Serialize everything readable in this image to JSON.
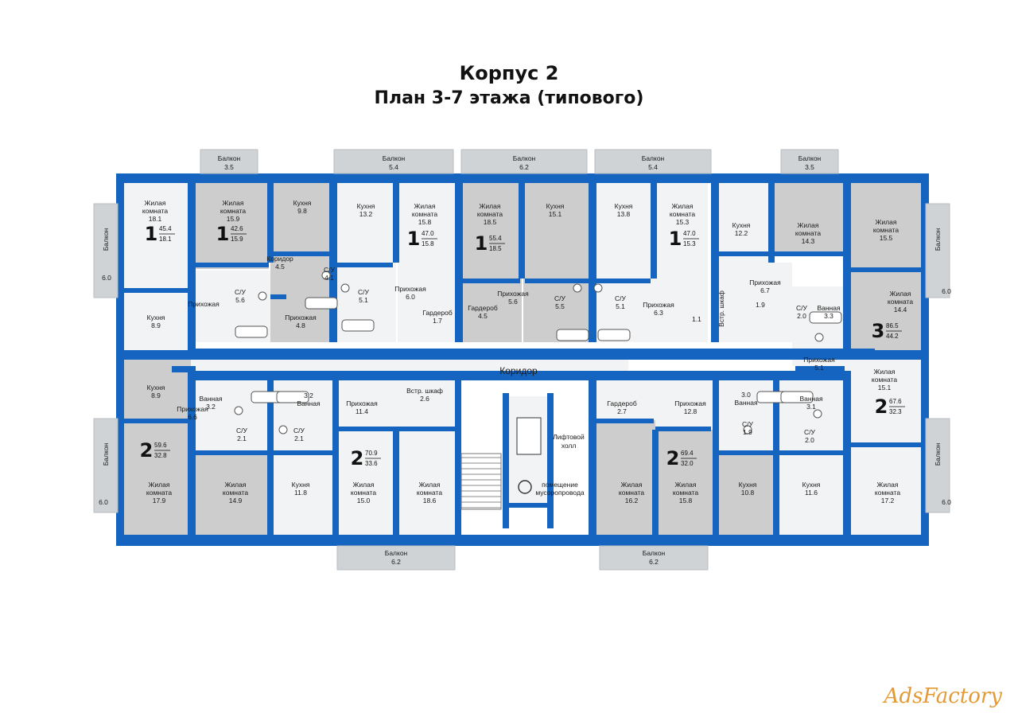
{
  "header": {
    "title": "Корпус 2",
    "subtitle": "План 3-7 этажа (типового)"
  },
  "colors": {
    "wall": "#1565c0",
    "grey": "#cdcdcd",
    "white": "#f2f3f4",
    "balcony": "#cfd3d6"
  },
  "common": {
    "corridor": "Коридор",
    "lift_hall": [
      "Лифтовой",
      "холл"
    ],
    "garbage": [
      "помещение",
      "мусоропровода"
    ]
  },
  "balconies": [
    {
      "label": "Балкон",
      "area": "3.5"
    },
    {
      "label": "Балкон",
      "area": "5.4"
    },
    {
      "label": "Балкон",
      "area": "6.2"
    },
    {
      "label": "Балкон",
      "area": "5.4"
    },
    {
      "label": "Балкон",
      "area": "3.5"
    },
    {
      "label": "Балкон",
      "area": "6.0"
    },
    {
      "label": "Балкон",
      "area": "6.0"
    },
    {
      "label": "Балкон",
      "area": "6.0"
    },
    {
      "label": "Балкон",
      "area": "6.0"
    },
    {
      "label": "Балкон",
      "area": "6.2"
    },
    {
      "label": "Балкон",
      "area": "6.2"
    }
  ],
  "apartments": [
    {
      "rooms": "1",
      "total": "45.4",
      "living": "18.1"
    },
    {
      "rooms": "1",
      "total": "42.6",
      "living": "15.9"
    },
    {
      "rooms": "1",
      "total": "47.0",
      "living": "15.8"
    },
    {
      "rooms": "1",
      "total": "55.4",
      "living": "18.5"
    },
    {
      "rooms": "1",
      "total": "47.0",
      "living": "15.3"
    },
    {
      "rooms": "3",
      "total": "86.5",
      "living": "44.2"
    },
    {
      "rooms": "2",
      "total": "59.6",
      "living": "32.8"
    },
    {
      "rooms": "2",
      "total": "70.9",
      "living": "33.6"
    },
    {
      "rooms": "2",
      "total": "69.4",
      "living": "32.0"
    },
    {
      "rooms": "2",
      "total": "67.6",
      "living": "32.3"
    }
  ],
  "rooms": [
    {
      "lines": [
        "Жилая",
        "комната",
        "18.1"
      ]
    },
    {
      "lines": [
        "Жилая",
        "комната",
        "15.9"
      ]
    },
    {
      "lines": [
        "Кухня",
        "9.8"
      ]
    },
    {
      "lines": [
        "Кухня",
        "13.2"
      ]
    },
    {
      "lines": [
        "Жилая",
        "комната",
        "15.8"
      ]
    },
    {
      "lines": [
        "Жилая",
        "комната",
        "18.5"
      ]
    },
    {
      "lines": [
        "Кухня",
        "15.1"
      ]
    },
    {
      "lines": [
        "Кухня",
        "13.8"
      ]
    },
    {
      "lines": [
        "Жилая",
        "комната",
        "15.3"
      ]
    },
    {
      "lines": [
        "Кухня",
        "12.2"
      ]
    },
    {
      "lines": [
        "Жилая",
        "комната",
        "14.3"
      ]
    },
    {
      "lines": [
        "Жилая",
        "комната",
        "15.5"
      ]
    },
    {
      "lines": [
        "Коридор",
        "4.5"
      ]
    },
    {
      "lines": [
        "С/У",
        "4.1"
      ]
    },
    {
      "lines": [
        "С/У",
        "5.6"
      ]
    },
    {
      "lines": [
        "Прихожая"
      ]
    },
    {
      "lines": [
        "Кухня",
        "8.9"
      ]
    },
    {
      "lines": [
        "Прихожая",
        "4.8"
      ]
    },
    {
      "lines": [
        "С/У",
        "5.1"
      ]
    },
    {
      "lines": [
        "Прихожая",
        "6.0"
      ]
    },
    {
      "lines": [
        "Гардероб",
        "1.7"
      ]
    },
    {
      "lines": [
        "Гардероб",
        "4.5"
      ]
    },
    {
      "lines": [
        "Прихожая",
        "5.6"
      ]
    },
    {
      "lines": [
        "С/У",
        "5.5"
      ]
    },
    {
      "lines": [
        "С/У",
        "5.1"
      ]
    },
    {
      "lines": [
        "Прихожая",
        "6.3"
      ]
    },
    {
      "lines": [
        "1.1"
      ]
    },
    {
      "lines": [
        "Встр. шкаф"
      ]
    },
    {
      "lines": [
        "1.9"
      ]
    },
    {
      "lines": [
        "Прихожая",
        "6.7"
      ]
    },
    {
      "lines": [
        "С/У",
        "2.0"
      ]
    },
    {
      "lines": [
        "Ванная",
        "3.3"
      ]
    },
    {
      "lines": [
        "Жилая",
        "комната",
        "14.4"
      ]
    },
    {
      "lines": [
        "Прихожая",
        "5.1"
      ]
    },
    {
      "lines": [
        "Жилая",
        "комната",
        "15.1"
      ]
    },
    {
      "lines": [
        "Кухня",
        "8.9"
      ]
    },
    {
      "lines": [
        "Ванная",
        "3.2"
      ]
    },
    {
      "lines": [
        "Прихожая",
        "6.6"
      ]
    },
    {
      "lines": [
        "С/У",
        "2.1"
      ]
    },
    {
      "lines": [
        "3.2",
        "Ванная"
      ]
    },
    {
      "lines": [
        "С/У",
        "2.1"
      ]
    },
    {
      "lines": [
        "Прихожая",
        "11.4"
      ]
    },
    {
      "lines": [
        "Встр. шкаф",
        "2.6"
      ]
    },
    {
      "lines": [
        "Гардероб",
        "2.7"
      ]
    },
    {
      "lines": [
        "Прихожая",
        "12.8"
      ]
    },
    {
      "lines": [
        "3.0",
        "Ванная"
      ]
    },
    {
      "lines": [
        "С/У",
        "1.9"
      ]
    },
    {
      "lines": [
        "Ванная",
        "3.1"
      ]
    },
    {
      "lines": [
        "С/У",
        "2.0"
      ]
    },
    {
      "lines": [
        "Жилая",
        "комната",
        "17.9"
      ]
    },
    {
      "lines": [
        "Жилая",
        "комната",
        "14.9"
      ]
    },
    {
      "lines": [
        "Кухня",
        "11.8"
      ]
    },
    {
      "lines": [
        "Жилая",
        "комната",
        "15.0"
      ]
    },
    {
      "lines": [
        "Жилая",
        "комната",
        "18.6"
      ]
    },
    {
      "lines": [
        "Жилая",
        "комната",
        "16.2"
      ]
    },
    {
      "lines": [
        "Жилая",
        "комната",
        "15.8"
      ]
    },
    {
      "lines": [
        "Кухня",
        "10.8"
      ]
    },
    {
      "lines": [
        "Кухня",
        "11.6"
      ]
    },
    {
      "lines": [
        "Жилая",
        "комната",
        "17.2"
      ]
    }
  ],
  "watermark": {
    "brand": "AdsFactory"
  }
}
